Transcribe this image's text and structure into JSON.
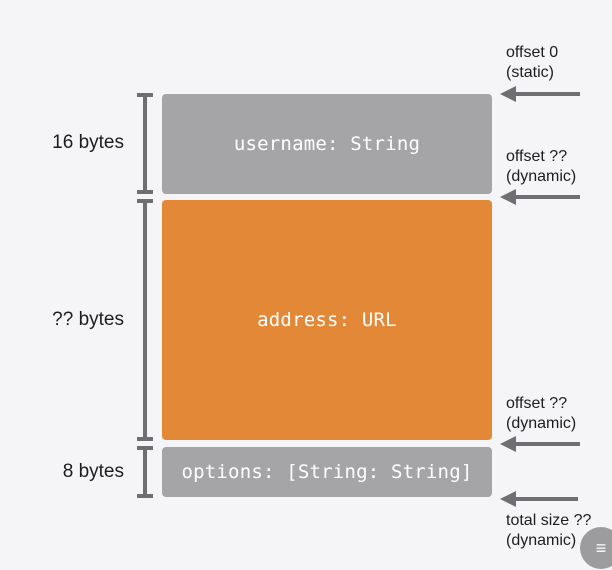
{
  "fields": {
    "username": "username: String",
    "address": "address: URL",
    "options": "options: [String: String]"
  },
  "sizes": {
    "username": "16 bytes",
    "address": "?? bytes",
    "options": "8 bytes"
  },
  "offsets": {
    "first": {
      "line1": "offset 0",
      "line2": "(static)"
    },
    "second": {
      "line1": "offset ??",
      "line2": "(dynamic)"
    },
    "third": {
      "line1": "offset ??",
      "line2": "(dynamic)"
    },
    "total": {
      "line1": "total size ??",
      "line2": "(dynamic)"
    }
  },
  "colors": {
    "gray_field": "#a5a5a7",
    "orange_field": "#e38836",
    "marker": "#6e6e73",
    "background": "#f5f5f7"
  },
  "icons": {
    "corner": "menu-icon"
  }
}
